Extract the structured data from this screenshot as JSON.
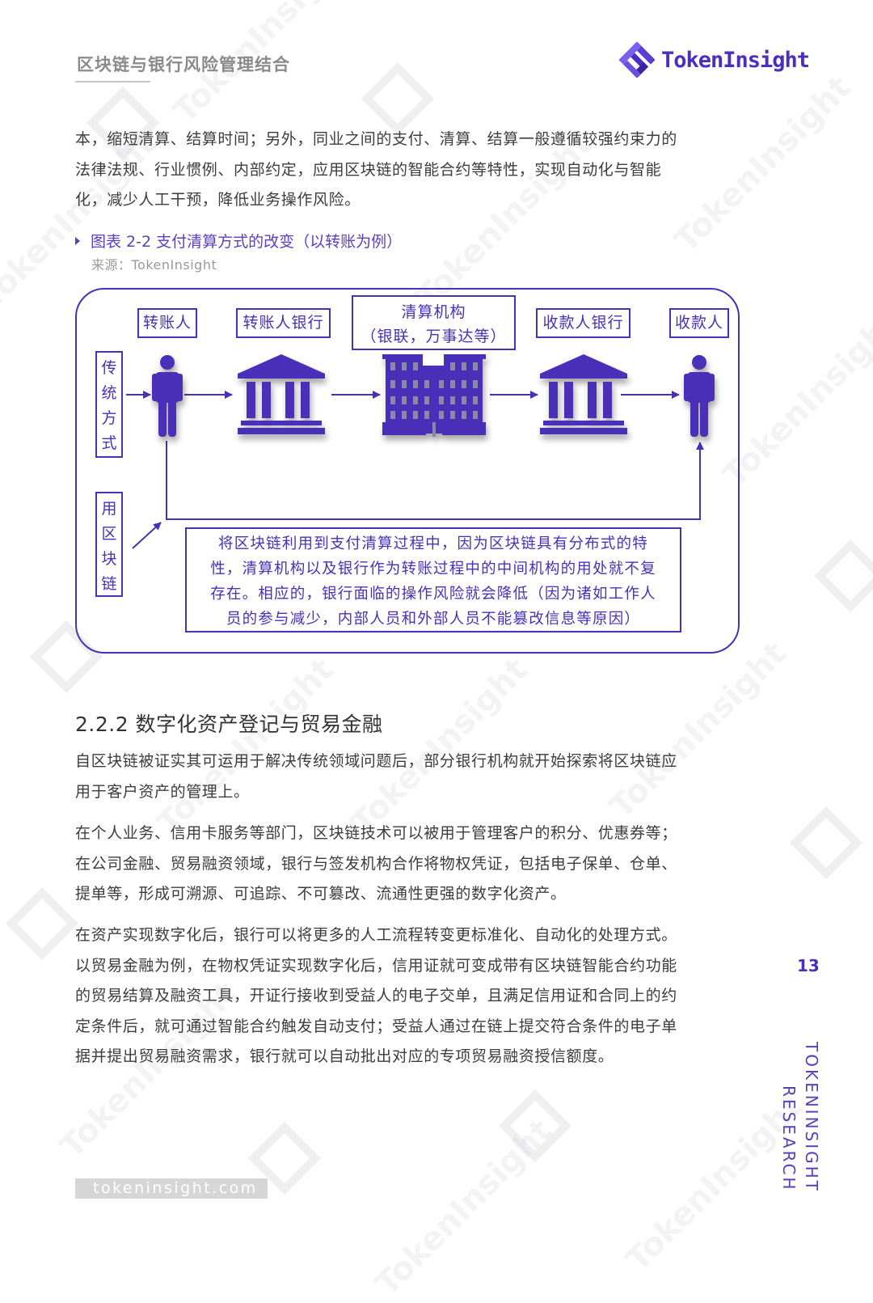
{
  "header": {
    "title": "区块链与银行风险管理结合",
    "logo_text": "TokenInsight",
    "brand_color": "#4a2ec0"
  },
  "intro_paragraph": {
    "lines": [
      "本，缩短清算、结算时间；另外，同业之间的支付、清算、结算一般遵循较强约束力的",
      "法律法规、行业惯例、内部约定，应用区块链的智能合约等特性，实现自动化与智能",
      "化，减少人工干预，降低业务操作风险。"
    ]
  },
  "figure": {
    "title": "图表 2-2 支付清算方式的改变（以转账为例）",
    "source": "来源：TokenInsight",
    "nodes": {
      "payer": "转账人",
      "payer_bank": "转账人银行",
      "clearing_line1": "清算机构",
      "clearing_line2": "（银联，万事达等）",
      "payee_bank": "收款人银行",
      "payee": "收款人"
    },
    "row_labels": {
      "traditional": [
        "传",
        "统",
        "方",
        "式"
      ],
      "blockchain": [
        "用",
        "区",
        "块",
        "链"
      ]
    },
    "note_lines": [
      "将区块链利用到支付清算过程中，因为区块链具有分布式的特",
      "性，清算机构以及银行作为转账过程中的中间机构的用处就不复",
      "存在。相应的，银行面临的操作风险就会降低（因为诸如工作人",
      "员的参与减少，内部人员和外部人员不能篡改信息等原因）"
    ],
    "icons": [
      "person-icon",
      "bank-icon",
      "office-building-icon",
      "bank-icon",
      "person-icon"
    ],
    "accent_color": "#4a30b8"
  },
  "section": {
    "heading": "2.2.2 数字化资产登记与贸易金融",
    "paragraphs": [
      {
        "lines": [
          "自区块链被证实其可运用于解决传统领域问题后，部分银行机构就开始探索将区块链应",
          "用于客户资产的管理上。"
        ]
      },
      {
        "lines": [
          "在个人业务、信用卡服务等部门，区块链技术可以被用于管理客户的积分、优惠券等；",
          "在公司金融、贸易融资领域，银行与签发机构合作将物权凭证，包括电子保单、仓单、",
          "提单等，形成可溯源、可追踪、不可篡改、流通性更强的数字化资产。"
        ]
      },
      {
        "lines": [
          "在资产实现数字化后，银行可以将更多的人工流程转变更标准化、自动化的处理方式。",
          "以贸易金融为例，在物权凭证实现数字化后，信用证就可变成带有区块链智能合约功能",
          "的贸易结算及融资工具，开证行接收到受益人的电子交单，且满足信用证和合同上的约",
          "定条件后，就可通过智能合约触发自动支付；受益人通过在链上提交符合条件的电子单",
          "据并提出贸易融资需求，银行就可以自动批出对应的专项贸易融资授信额度。"
        ]
      }
    ]
  },
  "sidebar": {
    "page_number": "13",
    "brand_line1": "TOKENINSIGHT",
    "brand_line2": "RESEARCH"
  },
  "footer": {
    "url": "tokeninsight.com"
  },
  "watermark": {
    "text": "TokenInsight"
  }
}
